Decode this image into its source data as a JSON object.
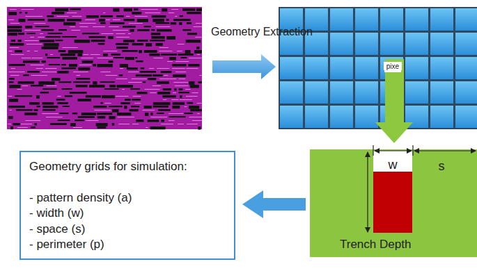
{
  "diagram": {
    "nodes": [
      {
        "text": [
          "Geometry grids for simulation:",
          "- pattern density (a)",
          "- width (w)",
          "- space (s)",
          "- perimeter (p)"
        ]
      },
      {
        "text": [
          "Trench Depth"
        ]
      }
    ],
    "edges": [
      {
        "from": 1,
        "to": 0,
        "arrow": "to"
      }
    ],
    "labels": [
      "Geometry Extraction",
      "pixe",
      "w",
      "s"
    ]
  }
}
